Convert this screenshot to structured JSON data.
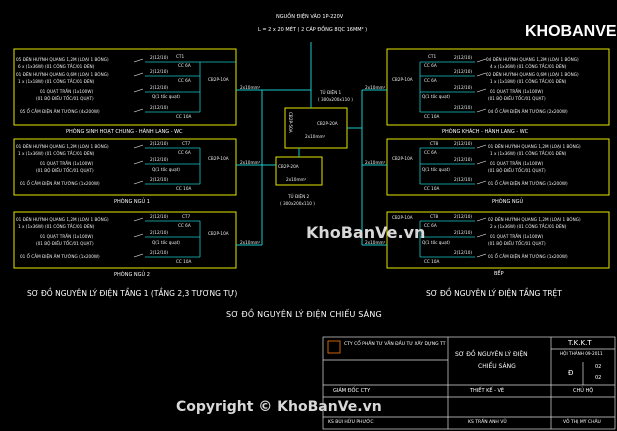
{
  "colors": {
    "frame": "#e6e600",
    "wire": "#19c8c8",
    "label": "#ffffff",
    "tiny": "#e8e8e8",
    "watermark": "#d8d8d8",
    "accent": "#ff7a00"
  },
  "header": {
    "source": "NGUỒN ĐIỆN VÀO 1P-220V",
    "cable": "L = 2 x 20 MÉT ( 2 CÁP ĐỒNG 8QC 16MM² )"
  },
  "panel_left_1": {
    "title": "PHÒNG SINH HOẠT CHUNG - HÀNH LANG - WC",
    "ct": "CT1",
    "breaker_in": "CB2P-10A",
    "lines": [
      "05 ĐÈN HUỲNH QUANG 1,2M (LOẠI 1 BÓNG)",
      "6 x (1x36W) (01 CÔNG TẮC/01 ĐÈN)",
      "01 ĐÈN HUỲNH QUANG 0,6M (LOẠI 1 BÓNG)",
      "1 x (1x18W) (01 CÔNG TẮC/01 ĐÈN)",
      "01 QUẠT TRẦN (1x100W)",
      "(01 BỘ ĐIỀU TỐC/01 QUẠT)",
      "05 Ổ CẮM ĐIỆN ÂM TƯỜNG (4x200W)"
    ],
    "circuits": [
      "2(12/10)",
      "2(12/10)",
      "2(12/10)",
      "2(12/10)"
    ],
    "breakers": [
      "CC 6A",
      "CC 6A",
      "Q(1 tốc quạt)",
      "CC 10A"
    ],
    "feed": "2x10mm²"
  },
  "panel_left_2": {
    "title": "PHÒNG NGỦ 1",
    "ct": "CT7",
    "breaker_in": "CB2P-10A",
    "lines": [
      "01 ĐÈN HUỲNH QUANG 1,2M (LOẠI 1 BÓNG)",
      "1 x (1x36W) (01 CÔNG TẮC/01 ĐÈN)",
      "01 QUẠT TRẦN (1x100W)",
      "(01 BỘ ĐIỀU TỐC/01 QUẠT)",
      "01 Ổ CẮM ĐIỆN ÂM TƯỜNG (1x200W)"
    ],
    "circuits": [
      "2(12/10)",
      "2(12/10)",
      "2(12/10)"
    ],
    "breakers": [
      "CC 6A",
      "Q(1 tốc quạt)",
      "CC 10A"
    ],
    "feed": "2x10mm²"
  },
  "panel_left_3": {
    "title": "PHÒNG NGỦ 2",
    "ct": "CT7",
    "breaker_in": "CB2P-10A",
    "lines": [
      "01 ĐÈN HUỲNH QUANG 1,2M (LOẠI 1 BÓNG)",
      "1 x (1x36W) (01 CÔNG TẮC/01 ĐÈN)",
      "01 QUẠT TRẦN (1x100W)",
      "(01 BỘ ĐIỀU TỐC/01 QUẠT)",
      "01 Ổ CẮM ĐIỆN ÂM TƯỜNG (1x200W)"
    ],
    "circuits": [
      "2(12/10)",
      "2(12/10)",
      "2(12/10)"
    ],
    "breakers": [
      "CC 6A",
      "Q(1 tốc quạt)",
      "CC 10A"
    ],
    "feed": "2x10mm²"
  },
  "panel_right_1": {
    "title": "PHÒNG KHÁCH - HÀNH LANG - WC",
    "ct": "CT1",
    "breaker_in": "CB2P-10A",
    "lines": [
      "04 ĐÈN HUỲNH QUANG 1,2M (LOẠI 1 BÓNG)",
      "4 x (1x36W) (01 CÔNG TẮC/01 ĐÈN)",
      "02 ĐÈN HUỲNH QUANG 0,6M (LOẠI 1 BÓNG)",
      "1 x (1x18W) (01 CÔNG TẮC/01 ĐÈN)",
      "01 QUẠT TRẦN (1x100W)",
      "(01 BỘ ĐIỀU TỐC/01 QUẠT)",
      "04 Ổ CẮM ĐIỆN ÂM TƯỜNG (2x200W)"
    ],
    "circuits": [
      "2(12/10)",
      "2(12/10)",
      "2(12/10)",
      "2(12/10)"
    ],
    "breakers": [
      "CC 6A",
      "CC 6A",
      "Q(1 tốc quạt)",
      "CC 10A"
    ],
    "feed": "2x10mm²"
  },
  "panel_right_2": {
    "title": "PHÒNG NGỦ",
    "ct": "CT8",
    "breaker_in": "CB2P-10A",
    "lines": [
      "01 ĐÈN HUỲNH QUANG 1,2M (LOẠI 1 BÓNG)",
      "1 x (1x36W) (01 CÔNG TẮC/01 ĐÈN)",
      "01 QUẠT TRẦN (1x100W)",
      "(01 BỘ ĐIỀU TỐC/01 QUẠT)",
      "01 Ổ CẮM ĐIỆN ÂM TƯỜNG (1x200W)"
    ],
    "circuits": [
      "2(12/10)",
      "2(12/10)",
      "2(12/10)"
    ],
    "breakers": [
      "CC 6A",
      "Q(1 tốc quạt)",
      "CC 10A"
    ],
    "feed": "2x10mm²"
  },
  "panel_right_3": {
    "title": "BẾP",
    "ct": "CT8",
    "breaker_in": "CB2P-10A",
    "lines": [
      "02 ĐÈN HUỲNH QUANG 1,2M (LOẠI 1 BÓNG)",
      "2 x (1x36W) (01 CÔNG TẮC/01 ĐÈN)",
      "01 QUẠT TRẦN (1x100W)",
      "(01 BỘ ĐIỀU TỐC/01 QUẠT)",
      "01 Ổ CẮM ĐIỆN ÂM TƯỜNG (1x200W)"
    ],
    "circuits": [
      "2(12/10)",
      "2(12/10)",
      "2(12/10)"
    ],
    "breakers": [
      "CC 6A",
      "Q(1 tốc quạt)",
      "CC 10A"
    ],
    "feed": "2x10mm²"
  },
  "box_1": {
    "cb": "CB2P-20A",
    "label1": "TỦ ĐIỆN 1",
    "label2": "( 300x200x110 )",
    "feed": "2x10mm²",
    "side": "CB2P-50A"
  },
  "box_2": {
    "cb": "CB2P-20A",
    "label1": "TỦ ĐIỆN 2",
    "label2": "( 300x200x110 )",
    "feed": "2x10mm²"
  },
  "captions": {
    "left": "SƠ ĐỒ NGUYÊN LÝ ĐIỆN TẦNG 1 (TẦNG 2,3 TƯƠNG TỰ)",
    "right": "SƠ ĐỒ NGUYÊN LÝ ĐIỆN TẦNG TRỆT",
    "main": "SƠ ĐỒ NGUYÊN LÝ ĐIỆN CHIẾU SÁNG"
  },
  "titleblock": {
    "company": "CTY CỔ PHẦN TƯ VẤN ĐẦU TƯ XÂY DỰNG TT",
    "drawing_title_1": "SƠ ĐỒ NGUYÊN LÝ ĐIỆN",
    "drawing_title_2": "CHIẾU SÁNG",
    "tkkt": "T.K.K.T",
    "date": "HỘI THÁNH 09-2011",
    "sheet_letter": "Đ",
    "sheet_no": "02",
    "sheet_total": "02",
    "director": "GIÁM ĐỐC CTY",
    "design": "THIẾT KẾ - VẼ",
    "chief": "CHỦ HỘ",
    "eng1": "KS BÙI HỮU PHƯỚC",
    "eng2": "KS TRẦN ANH VŨ",
    "owner": "VÕ THỊ MỸ CHÂU"
  },
  "logo": {
    "text": "KHOBANVE"
  },
  "watermarks": {
    "center": "KhoBanVe.vn",
    "bottom": "Copyright © KhoBanVe.vn"
  }
}
